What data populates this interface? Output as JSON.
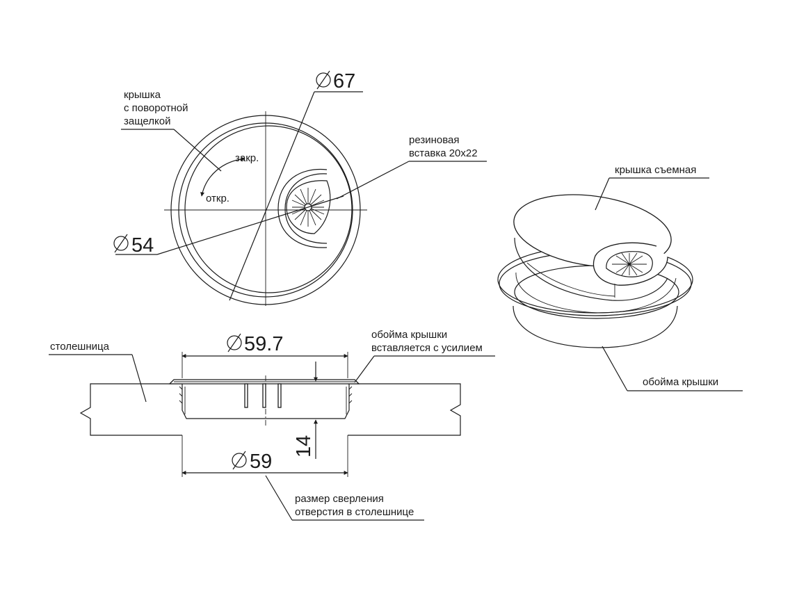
{
  "labels": {
    "lid_latch": [
      "крышка",
      "с поворотной",
      "защелкой"
    ],
    "rubber_insert": [
      "резиновая",
      "вставка 20х22"
    ],
    "closed": "закр.",
    "open": "откр.",
    "lid_removable": "крышка съемная",
    "tabletop": "столешница",
    "collar_press": [
      "обойма крышки",
      "вставляется с усилием"
    ],
    "collar": "обойма крышки",
    "drill_size": [
      "размер сверления",
      "отверстия в столешнице"
    ]
  },
  "dimensions": {
    "outer_diameter": "67",
    "inner_diameter": "54",
    "flange_diameter": "59.7",
    "hole_diameter": "59",
    "height": "14"
  },
  "symbols": {
    "diameter": "diameter-symbol"
  }
}
